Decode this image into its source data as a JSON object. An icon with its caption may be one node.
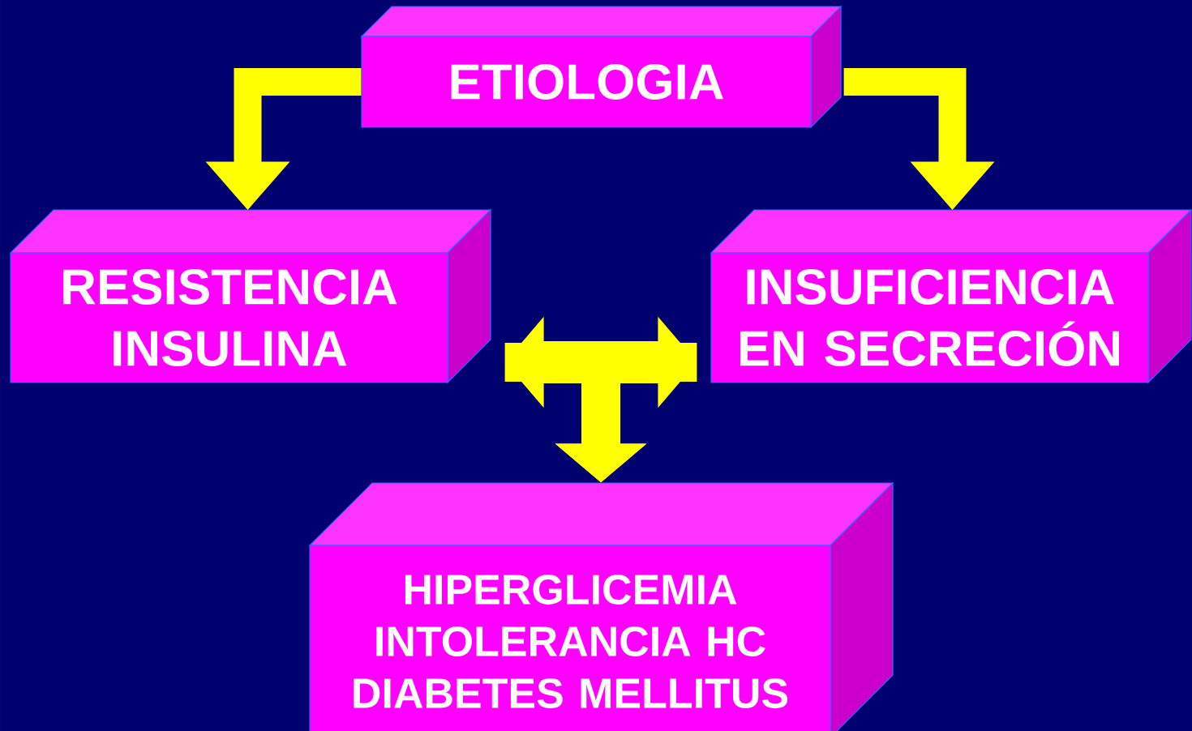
{
  "diagram": {
    "nodes": [
      {
        "text": [
          "ETIOLOGIA"
        ]
      },
      {
        "text": [
          "RESISTENCIA INSULINA"
        ]
      },
      {
        "text": [
          "INSUFICIENCIA EN SECRECIÓN"
        ]
      },
      {
        "text": [
          "HIPERGLICEMIA",
          "INTOLERANCIA HC",
          "DIABETES MELLITUS"
        ]
      }
    ],
    "edges": [
      {
        "from": 0,
        "to": 1,
        "arrow": "to"
      },
      {
        "from": 0,
        "to": 2,
        "arrow": "to"
      },
      {
        "from": 1,
        "to": 2,
        "arrow": "both"
      },
      {
        "from": 1,
        "to": 3,
        "arrow": "to"
      },
      {
        "from": 2,
        "to": 3,
        "arrow": "to"
      }
    ]
  }
}
